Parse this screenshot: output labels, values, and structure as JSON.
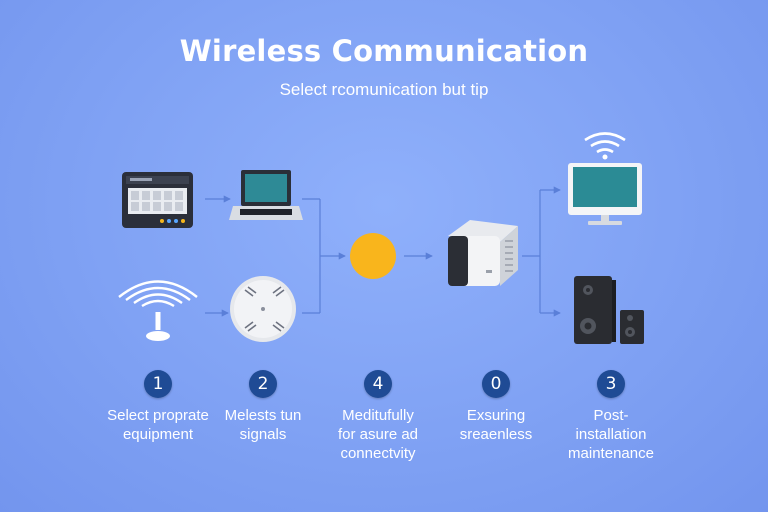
{
  "title": "Wireless Communication",
  "subtitle": "Select rcomunication but tip",
  "colors": {
    "background": "#7ea0f3",
    "badge": "#1f4b95",
    "connector": "#5a7fd8",
    "sun_node": "#f9b51c",
    "text": "#ffffff"
  },
  "nodes": [
    {
      "name": "router-panel",
      "icon": "router-panel-icon"
    },
    {
      "name": "laptop",
      "icon": "laptop-icon"
    },
    {
      "name": "antenna",
      "icon": "wifi-antenna-icon"
    },
    {
      "name": "access-point",
      "icon": "access-point-icon"
    },
    {
      "name": "yellow-hub",
      "icon": "circle-node-icon"
    },
    {
      "name": "mini-pc",
      "icon": "mini-pc-icon"
    },
    {
      "name": "monitor",
      "icon": "wifi-monitor-icon"
    },
    {
      "name": "speakers",
      "icon": "speaker-icon"
    }
  ],
  "steps": [
    {
      "number": "1",
      "label": "Select proprate\nequipment"
    },
    {
      "number": "2",
      "label": "Melests tun\nsignals"
    },
    {
      "number": "4",
      "label": "Meditufully\nfor asure ad\nconnectvity"
    },
    {
      "number": "0",
      "label": "Exsuring\nsreaenless"
    },
    {
      "number": "3",
      "label": "Post-\ninstallation\nmaintenance"
    }
  ]
}
